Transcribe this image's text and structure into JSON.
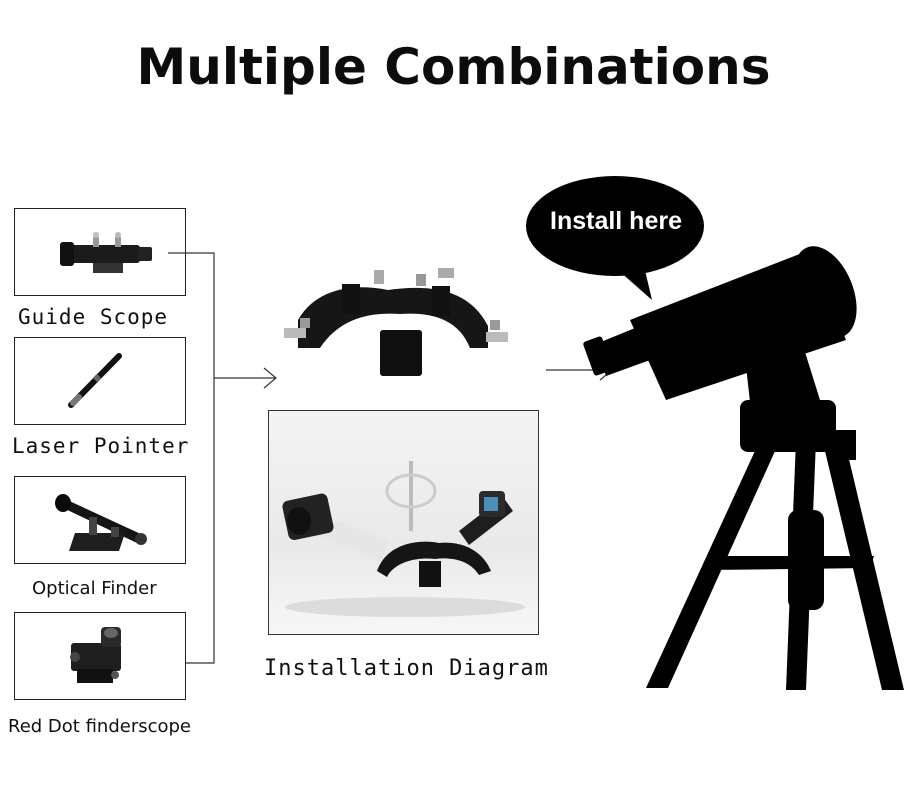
{
  "title": "Multiple Combinations",
  "accessories": [
    {
      "label": "Guide Scope",
      "icon": "guide-scope-icon"
    },
    {
      "label": "Laser Pointer",
      "icon": "laser-pointer-icon"
    },
    {
      "label": "Optical Finder",
      "icon": "optical-finder-icon"
    },
    {
      "label": "Red Dot finderscope",
      "icon": "red-dot-finderscope-icon"
    }
  ],
  "installation_caption": "Installation Diagram",
  "bubble_text": "Install here",
  "colors": {
    "silhouette": "#000000",
    "bracket": "#1a1a1a",
    "border": "#222222"
  }
}
